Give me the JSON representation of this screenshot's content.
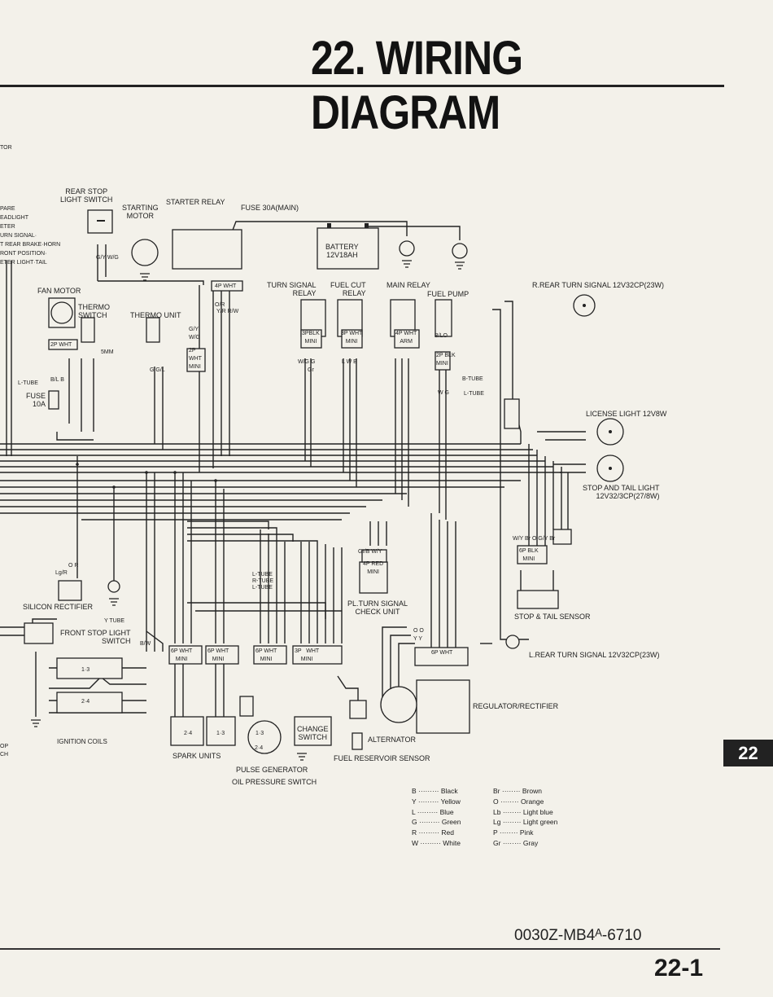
{
  "page": {
    "title": "22. WIRING DIAGRAM",
    "section_tab": "22",
    "page_number": "22-1",
    "part_number": "0030Z-MB4ᴬ-6710"
  },
  "left_edge_labels": [
    "TOR",
    "PARE",
    "EADLIGHT",
    "ETER",
    "URN SIGNAL·",
    "T REAR BRAKE·HORN",
    "RONT POSITION·",
    "ETER LIGHT·TAIL",
    "OP",
    "CH"
  ],
  "components": {
    "rear_stop_light_switch": "REAR STOP\nLIGHT SWITCH",
    "starting_motor": "STARTING\nMOTOR",
    "starter_relay": "STARTER RELAY",
    "fuse_main": "FUSE 30A(MAIN)",
    "battery": "BATTERY\n12V18AH",
    "fan_motor": "FAN MOTOR",
    "thermo_switch": "THERMO\nSWITCH",
    "thermo_unit": "THERMO UNIT",
    "turn_signal_relay": "TURN SIGNAL\nRELAY",
    "fuel_cut_relay": "FUEL CUT\nRELAY",
    "main_relay": "MAIN RELAY",
    "fuel_pump": "FUEL PUMP",
    "r_rear_turn_signal": "R.REAR TURN SIGNAL 12V32CP(23W)",
    "license_light": "LICENSE LIGHT 12V8W",
    "stop_tail_light": "STOP AND TAIL LIGHT\n12V32/3CP(27/8W)",
    "fuse_10a": "FUSE\n10A",
    "silicon_rectifier": "SILICON RECTIFIER",
    "front_stop_light_switch": "FRONT STOP LIGHT\nSWITCH",
    "ignition_coils": "IGNITION COILS",
    "spark_units": "SPARK UNITS",
    "pulse_generator": "PULSE GENERATOR",
    "oil_pressure_switch": "OIL PRESSURE SWITCH",
    "change_switch": "CHANGE\nSWITCH",
    "alternator": "ALTERNATOR",
    "fuel_reservoir_sensor": "FUEL RESERVOIR SENSOR",
    "pl_turn_signal_check_unit": "PL.TURN SIGNAL\nCHECK UNIT",
    "stop_tail_sensor": "STOP & TAIL SENSOR",
    "l_rear_turn_signal": "L.REAR TURN SIGNAL 12V32CP(23W)",
    "regulator_rectifier": "REGULATOR/RECTIFIER"
  },
  "connectors": {
    "c_4p_wht": "4P WHT",
    "c_2p_wht": "2P WHT",
    "c_5mm": "5MM",
    "c_3pblk_mini": "3PBLK\nMINI",
    "c_3p_wht_mini": "3P WHT\nMINI",
    "c_4p_wht_arm": "4P WHT\nARM",
    "c_2p_blk_mini": "2P BLK\nMINI",
    "c_2p_wht_mini": "2P\nWHT\nMINI",
    "b_tube": "B-TUBE",
    "l_tube": "L-TUBE",
    "l_tube_left": "L-TUBE",
    "tubes_center": "L-TUBE\nR-TUBE\nL-TUBE",
    "y_tube": "Y TUBE",
    "c_6p_wht_mini_a": "6P WHT\nMINI",
    "c_6p_wht_mini_b": "6P WHT\nMINI",
    "c_6p_wht_mini_c": "6P WHT\nMINI",
    "c_3p_wht_mini_center": "3P   WHT\nMINI",
    "c_4p_red_mini": "4P RED\nMINI",
    "c_6p_blk_mini": "6P BLK\nMINI",
    "c_6p_wht_reg": "6P WHT",
    "spark_unit_a": "2·4",
    "spark_unit_b": "1·3",
    "pulse_gen_a": "1·3",
    "pulse_gen_b": "2·4",
    "coil_a": "1·3",
    "coil_b": "2·4"
  },
  "wire_codes": {
    "gy_wg": "G/Y  W/G",
    "o_r": "O/R",
    "y_r_w": "Y/R  R/W",
    "bl_b": "B/L  B",
    "g_gl": "G   G/L",
    "wg_g": "W/G  G",
    "gr": "Gr",
    "lwb": "L W B",
    "b_lo": "B/LO",
    "wg": "W  G",
    "gy_wg2": "G/Y\nW/G",
    "lg_r": "Lg/R",
    "o_r2": "O R",
    "gr_b_wy": "Gr/B  W/Y",
    "wy_bg_o": "W/Y  Br  O  G/Y  Br",
    "oo_y": "O O\nY Y",
    "y_w_bw": "B/W"
  },
  "color_legend": [
    {
      "code": "B",
      "name": "Black"
    },
    {
      "code": "Y",
      "name": "Yellow"
    },
    {
      "code": "L",
      "name": "Blue"
    },
    {
      "code": "G",
      "name": "Green"
    },
    {
      "code": "R",
      "name": "Red"
    },
    {
      "code": "W",
      "name": "White"
    },
    {
      "code": "Br",
      "name": "Brown"
    },
    {
      "code": "O",
      "name": "Orange"
    },
    {
      "code": "Lb",
      "name": "Light blue"
    },
    {
      "code": "Lg",
      "name": "Light green"
    },
    {
      "code": "P",
      "name": "Pink"
    },
    {
      "code": "Gr",
      "name": "Gray"
    }
  ]
}
